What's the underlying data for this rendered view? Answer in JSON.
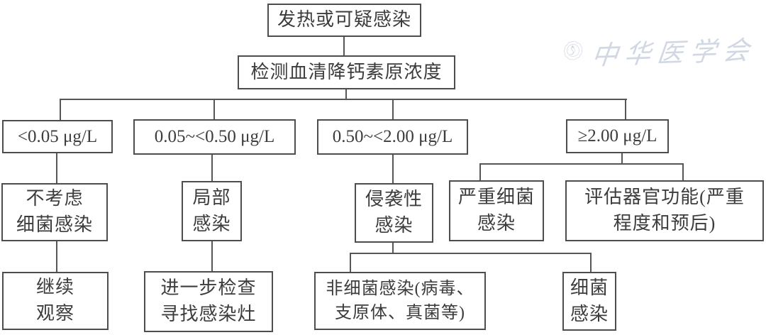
{
  "diagram": {
    "type": "flowchart",
    "topic": "serum procalcitonin concentration decision tree"
  },
  "nodes": {
    "fever": {
      "label": "发热或可疑感染"
    },
    "test_pct": {
      "label": "检测血清降钙素原浓度"
    },
    "range_lt_005": {
      "label": "<0.05 μg/L"
    },
    "range_005_050": {
      "label": "0.05~<0.50 μg/L"
    },
    "range_050_200": {
      "label": "0.50~<2.00 μg/L"
    },
    "range_ge_200": {
      "label": "≥2.00 μg/L"
    },
    "no_bacterial": {
      "label": "不考虑\n细菌感染"
    },
    "local_infection": {
      "label": "局部\n感染"
    },
    "invasive_infection": {
      "label": "侵袭性\n感染"
    },
    "severe_bacterial": {
      "label": "严重细菌\n感染"
    },
    "assess_organ": {
      "label": "评估器官功能(严重\n程度和预后)"
    },
    "continue_observe": {
      "label": "继续\n观察"
    },
    "further_exam": {
      "label": "进一步检查\n寻找感染灶"
    },
    "non_bacterial": {
      "label": "非细菌感染(病毒、\n支原体、真菌等)"
    },
    "bacterial": {
      "label": "细菌\n感染"
    }
  },
  "watermark": {
    "org_name": "中华医学会",
    "emblem_icon": "cma-seal-icon",
    "color": "#94a3bc"
  }
}
